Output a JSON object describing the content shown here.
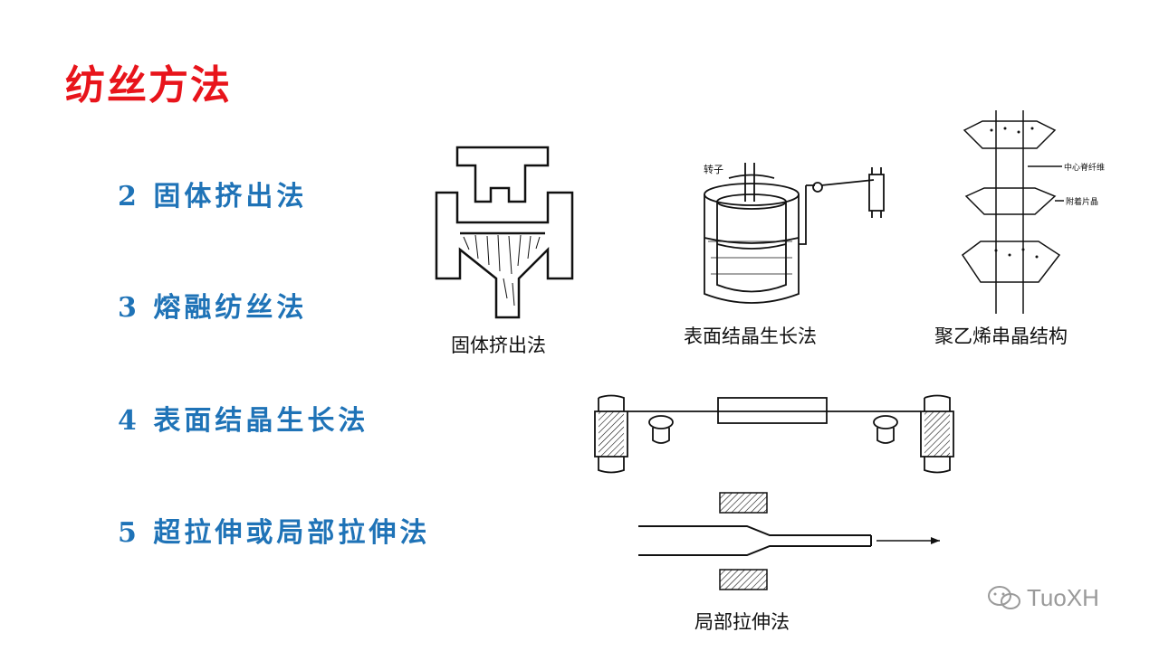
{
  "slide": {
    "title": "纺丝方法",
    "items": [
      "2 固体挤出法",
      "3 熔融纺丝法",
      "4 表面结晶生长法",
      "5 超拉伸或局部拉伸法"
    ]
  },
  "figures": {
    "solid_extrusion": {
      "caption": "固体挤出法"
    },
    "surface_growth": {
      "caption": "表面结晶生长法",
      "rotor_label": "转子"
    },
    "shish_kebab": {
      "caption": "聚乙烯串晶结构",
      "label_core": "中心脊纤维",
      "label_lamella": "附着片晶"
    },
    "local_drawing": {
      "caption": "局部拉伸法"
    }
  },
  "watermark": {
    "text": "TuoXH",
    "icon": "wechat-icon"
  },
  "colors": {
    "title": "#e8141b",
    "items": "#1f73b7"
  }
}
